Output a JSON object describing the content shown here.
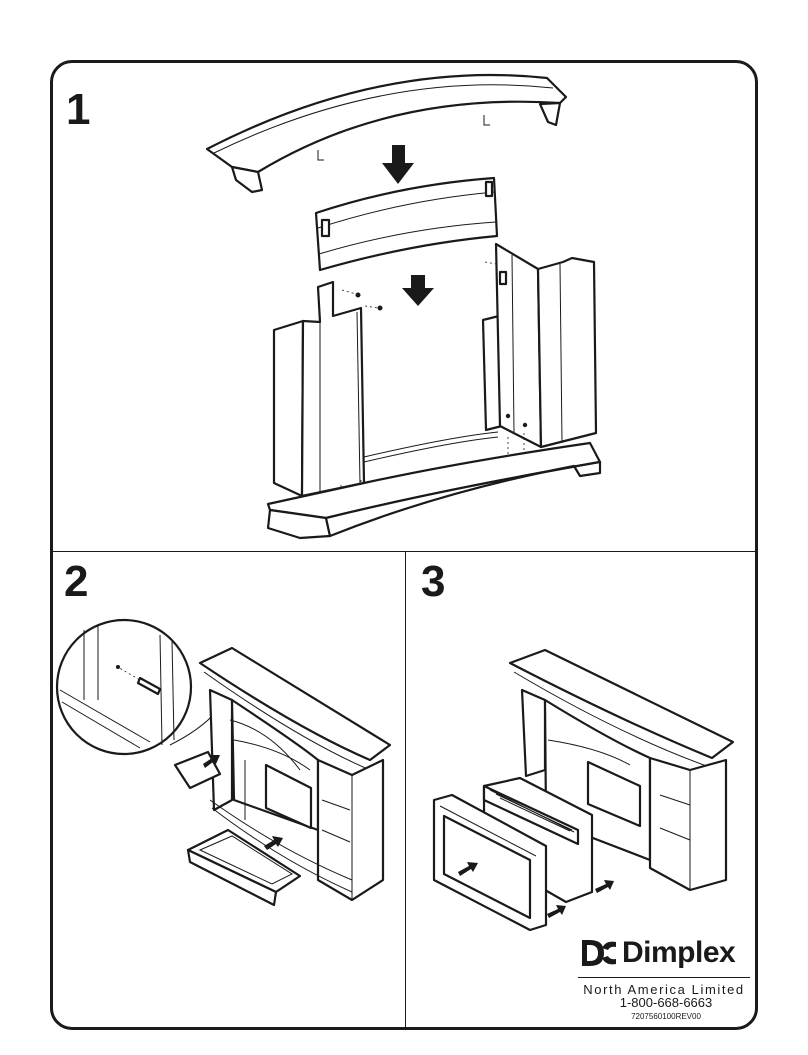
{
  "steps": [
    {
      "number": "1"
    },
    {
      "number": "2"
    },
    {
      "number": "3"
    }
  ],
  "brand": {
    "name": "Dimplex",
    "logo_icon": "dimplex-dc-logo-icon",
    "subtitle": "North America Limited",
    "phone": "1-800-668-6663",
    "part_number": "7207560100REV00"
  },
  "icons": {
    "assembly_arrow": "down-arrow-icon",
    "insert_arrow": "insert-arrow-icon"
  }
}
